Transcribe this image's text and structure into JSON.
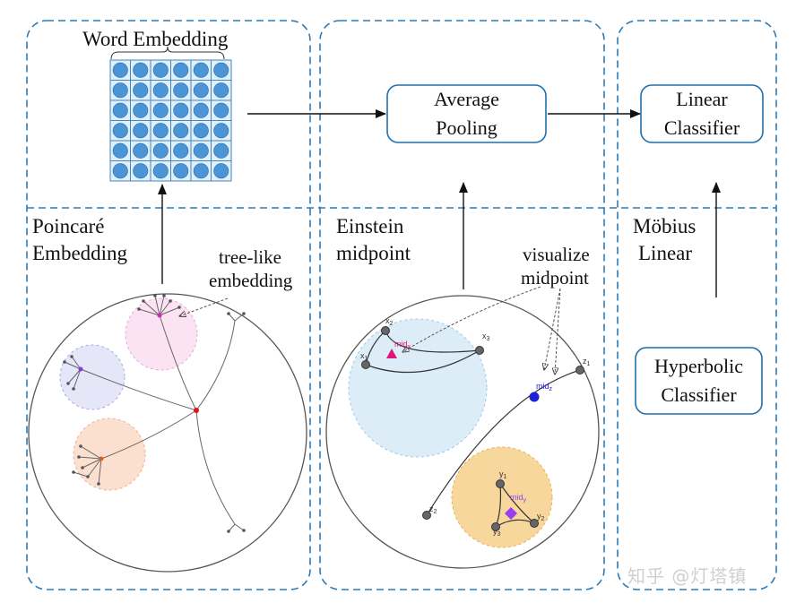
{
  "panels": {
    "left": {
      "top_title": "Word Embedding",
      "bottom_title_line1": "Poincaré",
      "bottom_title_line2": "Embedding",
      "annotation_line1": "tree-like",
      "annotation_line2": "embedding"
    },
    "middle": {
      "box_line1": "Average",
      "box_line2": "Pooling",
      "bottom_title_line1": "Einstein",
      "bottom_title_line2": "midpoint",
      "annotation_line1": "visualize",
      "annotation_line2": "midpoint",
      "points": {
        "x1": "x",
        "x1_sub": "1",
        "x2": "x",
        "x2_sub": "2",
        "x3": "x",
        "x3_sub": "3",
        "midx": "mid",
        "midx_sub": "x",
        "z1": "z",
        "z1_sub": "1",
        "z2": "z",
        "z2_sub": "2",
        "midz": "mid",
        "midz_sub": "z",
        "y1": "y",
        "y1_sub": "1",
        "y2": "y",
        "y2_sub": "2",
        "y3": "y",
        "y3_sub": "3",
        "midy": "mid",
        "midy_sub": "y"
      }
    },
    "right": {
      "box_line1": "Linear",
      "box_line2": "Classifier",
      "bottom_title_line1": "Möbius",
      "bottom_title_line2": "Linear",
      "box2_line1": "Hyperbolic",
      "box2_line2": "Classifier"
    }
  },
  "grid": {
    "rows": 6,
    "cols": 6
  },
  "watermark": "知乎 @灯塔镇",
  "colors": {
    "dashed_border": "#2b7bb9",
    "box_border": "#1f6fae",
    "grid_cell": "#dff0fb",
    "grid_dot": "#4b95d6",
    "pink_region": "#fbe3f4",
    "purple_region": "#e6e6f9",
    "orange_region": "#fbe0cf",
    "blue_region": "#dcedf8",
    "yellow_region": "#f8d79d",
    "mid_x": "#e0147a",
    "mid_z": "#1f22d6",
    "mid_y": "#9b3ef0"
  }
}
